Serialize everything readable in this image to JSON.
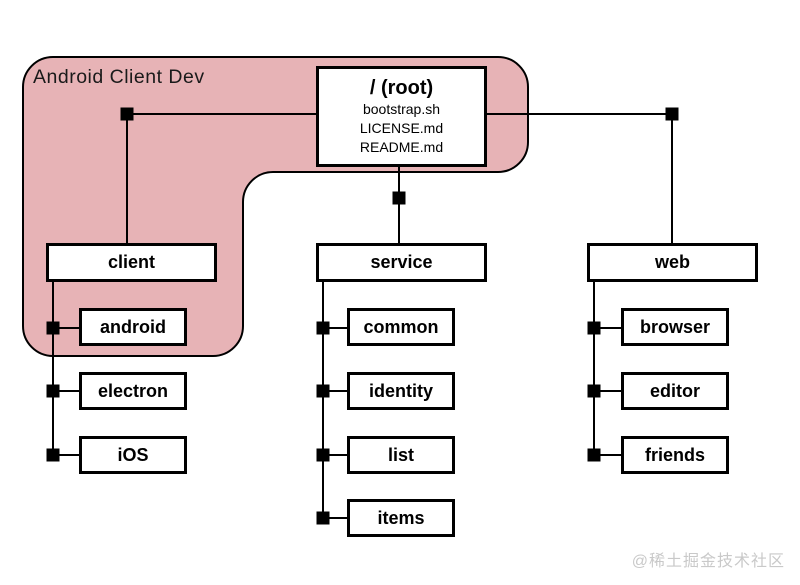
{
  "diagram": {
    "group": {
      "label": "Android Client Dev",
      "fill": "#e7b3b6",
      "border": "#000000"
    },
    "root": {
      "title": "/ (root)",
      "files": [
        "bootstrap.sh",
        "LICENSE.md",
        "README.md"
      ]
    },
    "columns": [
      {
        "parent": {
          "label": "client"
        },
        "children": [
          {
            "label": "android"
          },
          {
            "label": "electron"
          },
          {
            "label": "iOS"
          }
        ]
      },
      {
        "parent": {
          "label": "service"
        },
        "children": [
          {
            "label": "common"
          },
          {
            "label": "identity"
          },
          {
            "label": "list"
          },
          {
            "label": "items"
          }
        ]
      },
      {
        "parent": {
          "label": "web"
        },
        "children": [
          {
            "label": "browser"
          },
          {
            "label": "editor"
          },
          {
            "label": "friends"
          }
        ]
      }
    ],
    "watermark": "@稀土掘金技术社区"
  }
}
